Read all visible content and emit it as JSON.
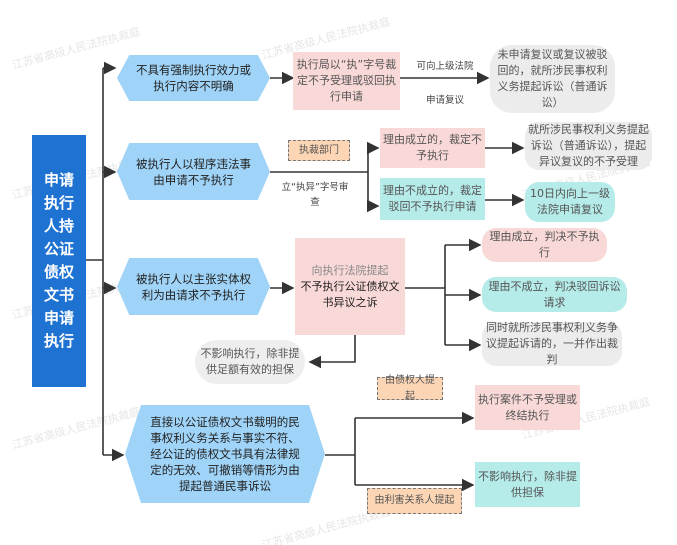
{
  "watermark": "江苏省高级人民法院执裁庭",
  "main": "申请执行人持公证债权文书申请执行",
  "row1": {
    "cause": "不具有强制执行效力或执行内容不明确",
    "ruling": "执行局以“执”字号裁定不予受理或驳回执行申请",
    "edge_top": "可向上级法院",
    "edge_bottom": "申请复议",
    "result": "未申请复议或复议被驳回的，就所涉民事权利义务提起诉讼（普通诉讼）"
  },
  "row2": {
    "cause": "被执行人以程序违法事由申请不予执行",
    "dept": "执裁部门",
    "edge": "立“执异”字号审查",
    "ok": "理由成立的，裁定不予执行",
    "ok_result": "就所涉民事权利义务提起诉讼（普通诉讼），提起异议复议的不予受理",
    "fail": "理由不成立的，裁定驳回不予执行申请",
    "fail_result": "10日内向上一级法院申请复议"
  },
  "row3": {
    "cause": "被执行人以主张实体权利为由请求不予执行",
    "suit_line1": "向执行法院提起",
    "suit_line2": "不予执行公证债权文书异议之诉",
    "ok": "理由成立，判决不予执行",
    "fail": "理由不成立，判决驳回诉讼请求",
    "both": "同时就所涉民事权利义务争议提起诉请的，一并作出裁判",
    "note": "不影响执行，除非提供足额有效的担保"
  },
  "row4": {
    "cause": "直接以公证债权文书载明的民事权利义务关系与事实不符、经公证的债权文书具有法律规定的无效、可撤销等情形为由提起普通民事诉讼",
    "by_creditor": "由债权人提起",
    "creditor_result": "执行案件不予受理或终结执行",
    "by_interested": "由利害关系人提起",
    "interested_result": "不影响执行，除非提供担保"
  }
}
